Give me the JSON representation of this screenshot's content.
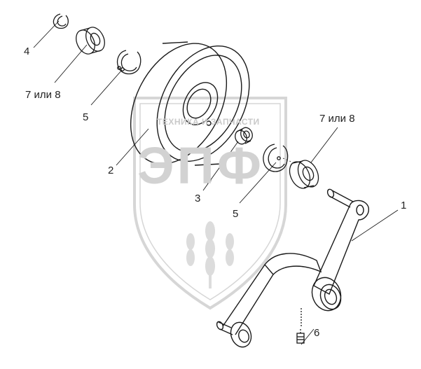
{
  "watermark": {
    "top_text": "ТЕХНИКА И ЗАПЧАСТИ",
    "brand": "ЭПФ"
  },
  "callouts": [
    {
      "id": "c4",
      "text": "4"
    },
    {
      "id": "c7a",
      "text": "7 или 8"
    },
    {
      "id": "c5a",
      "text": "5"
    },
    {
      "id": "c2",
      "text": "2"
    },
    {
      "id": "c3",
      "text": "3"
    },
    {
      "id": "c5b",
      "text": "5"
    },
    {
      "id": "c7b",
      "text": "7 или 8"
    },
    {
      "id": "c1",
      "text": "1"
    },
    {
      "id": "c6",
      "text": "6"
    }
  ],
  "colors": {
    "line": "#1a1a1a",
    "watermark": "#d4d4d4"
  }
}
